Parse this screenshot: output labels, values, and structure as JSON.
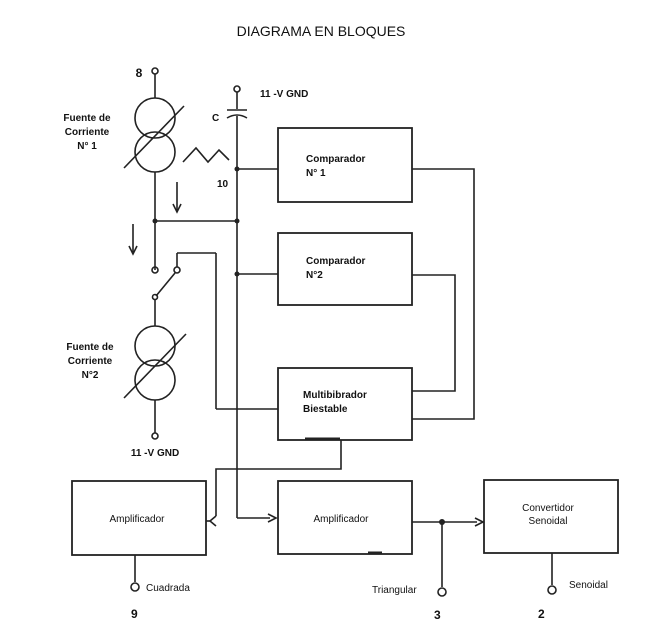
{
  "title": "DIAGRAMA EN BLOQUES",
  "labels": {
    "pin_8": "8",
    "gnd_top": "11 -V GND",
    "capacitor": "C",
    "pin_10": "10",
    "source1": [
      "Fuente de",
      "Corriente",
      "N° 1"
    ],
    "source2": [
      "Fuente de",
      "Corriente",
      "N°2"
    ],
    "gnd_bottom": "11 -V GND",
    "comparator1": [
      "Comparador",
      "N° 1"
    ],
    "comparator2": [
      "Comparador",
      "N°2"
    ],
    "multivibrator": [
      "Multibibrador",
      "Biestable"
    ],
    "amp_left": "Amplificador",
    "amp_center": "Amplificador",
    "converter": [
      "Convertidor",
      "Senoidal"
    ],
    "out_square": "Cuadrada",
    "pin_9": "9",
    "out_triangular": "Triangular",
    "pin_3": "3",
    "out_sine": "Senoidal",
    "pin_2": "2"
  }
}
